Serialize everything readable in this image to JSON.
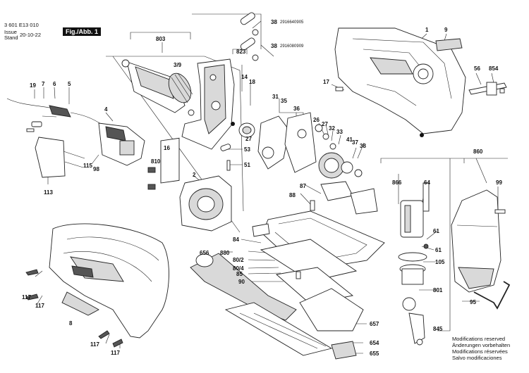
{
  "header": {
    "doc_number": "3 601 E13 010",
    "issue_label": "Issue",
    "stand_label": "Stand",
    "date": "20-10-22",
    "figure_label": "Fig./Abb. 1"
  },
  "part_numbers": {
    "p38a": "2916640905",
    "p38b": "2916080909"
  },
  "callouts": [
    "803",
    "3/9",
    "823",
    "14",
    "18",
    "38",
    "38",
    "1",
    "9",
    "56",
    "854",
    "17",
    "19",
    "7",
    "6",
    "5",
    "4",
    "115",
    "98",
    "113",
    "16",
    "810",
    "2",
    "53",
    "51",
    "27",
    "31",
    "35",
    "36",
    "26",
    "27",
    "32",
    "33",
    "37",
    "38",
    "41",
    "87",
    "88",
    "84",
    "880",
    "80/2",
    "80/4",
    "85",
    "90",
    "656",
    "657",
    "654",
    "655",
    "860",
    "866",
    "64",
    "99",
    "61",
    "61",
    "105",
    "801",
    "95",
    "845",
    "117",
    "117",
    "8",
    "117",
    "117"
  ],
  "notes": [
    "Modifications reserved",
    "Änderungen vorbehalten",
    "Modifications réservées",
    "Salvo modificaciones"
  ]
}
